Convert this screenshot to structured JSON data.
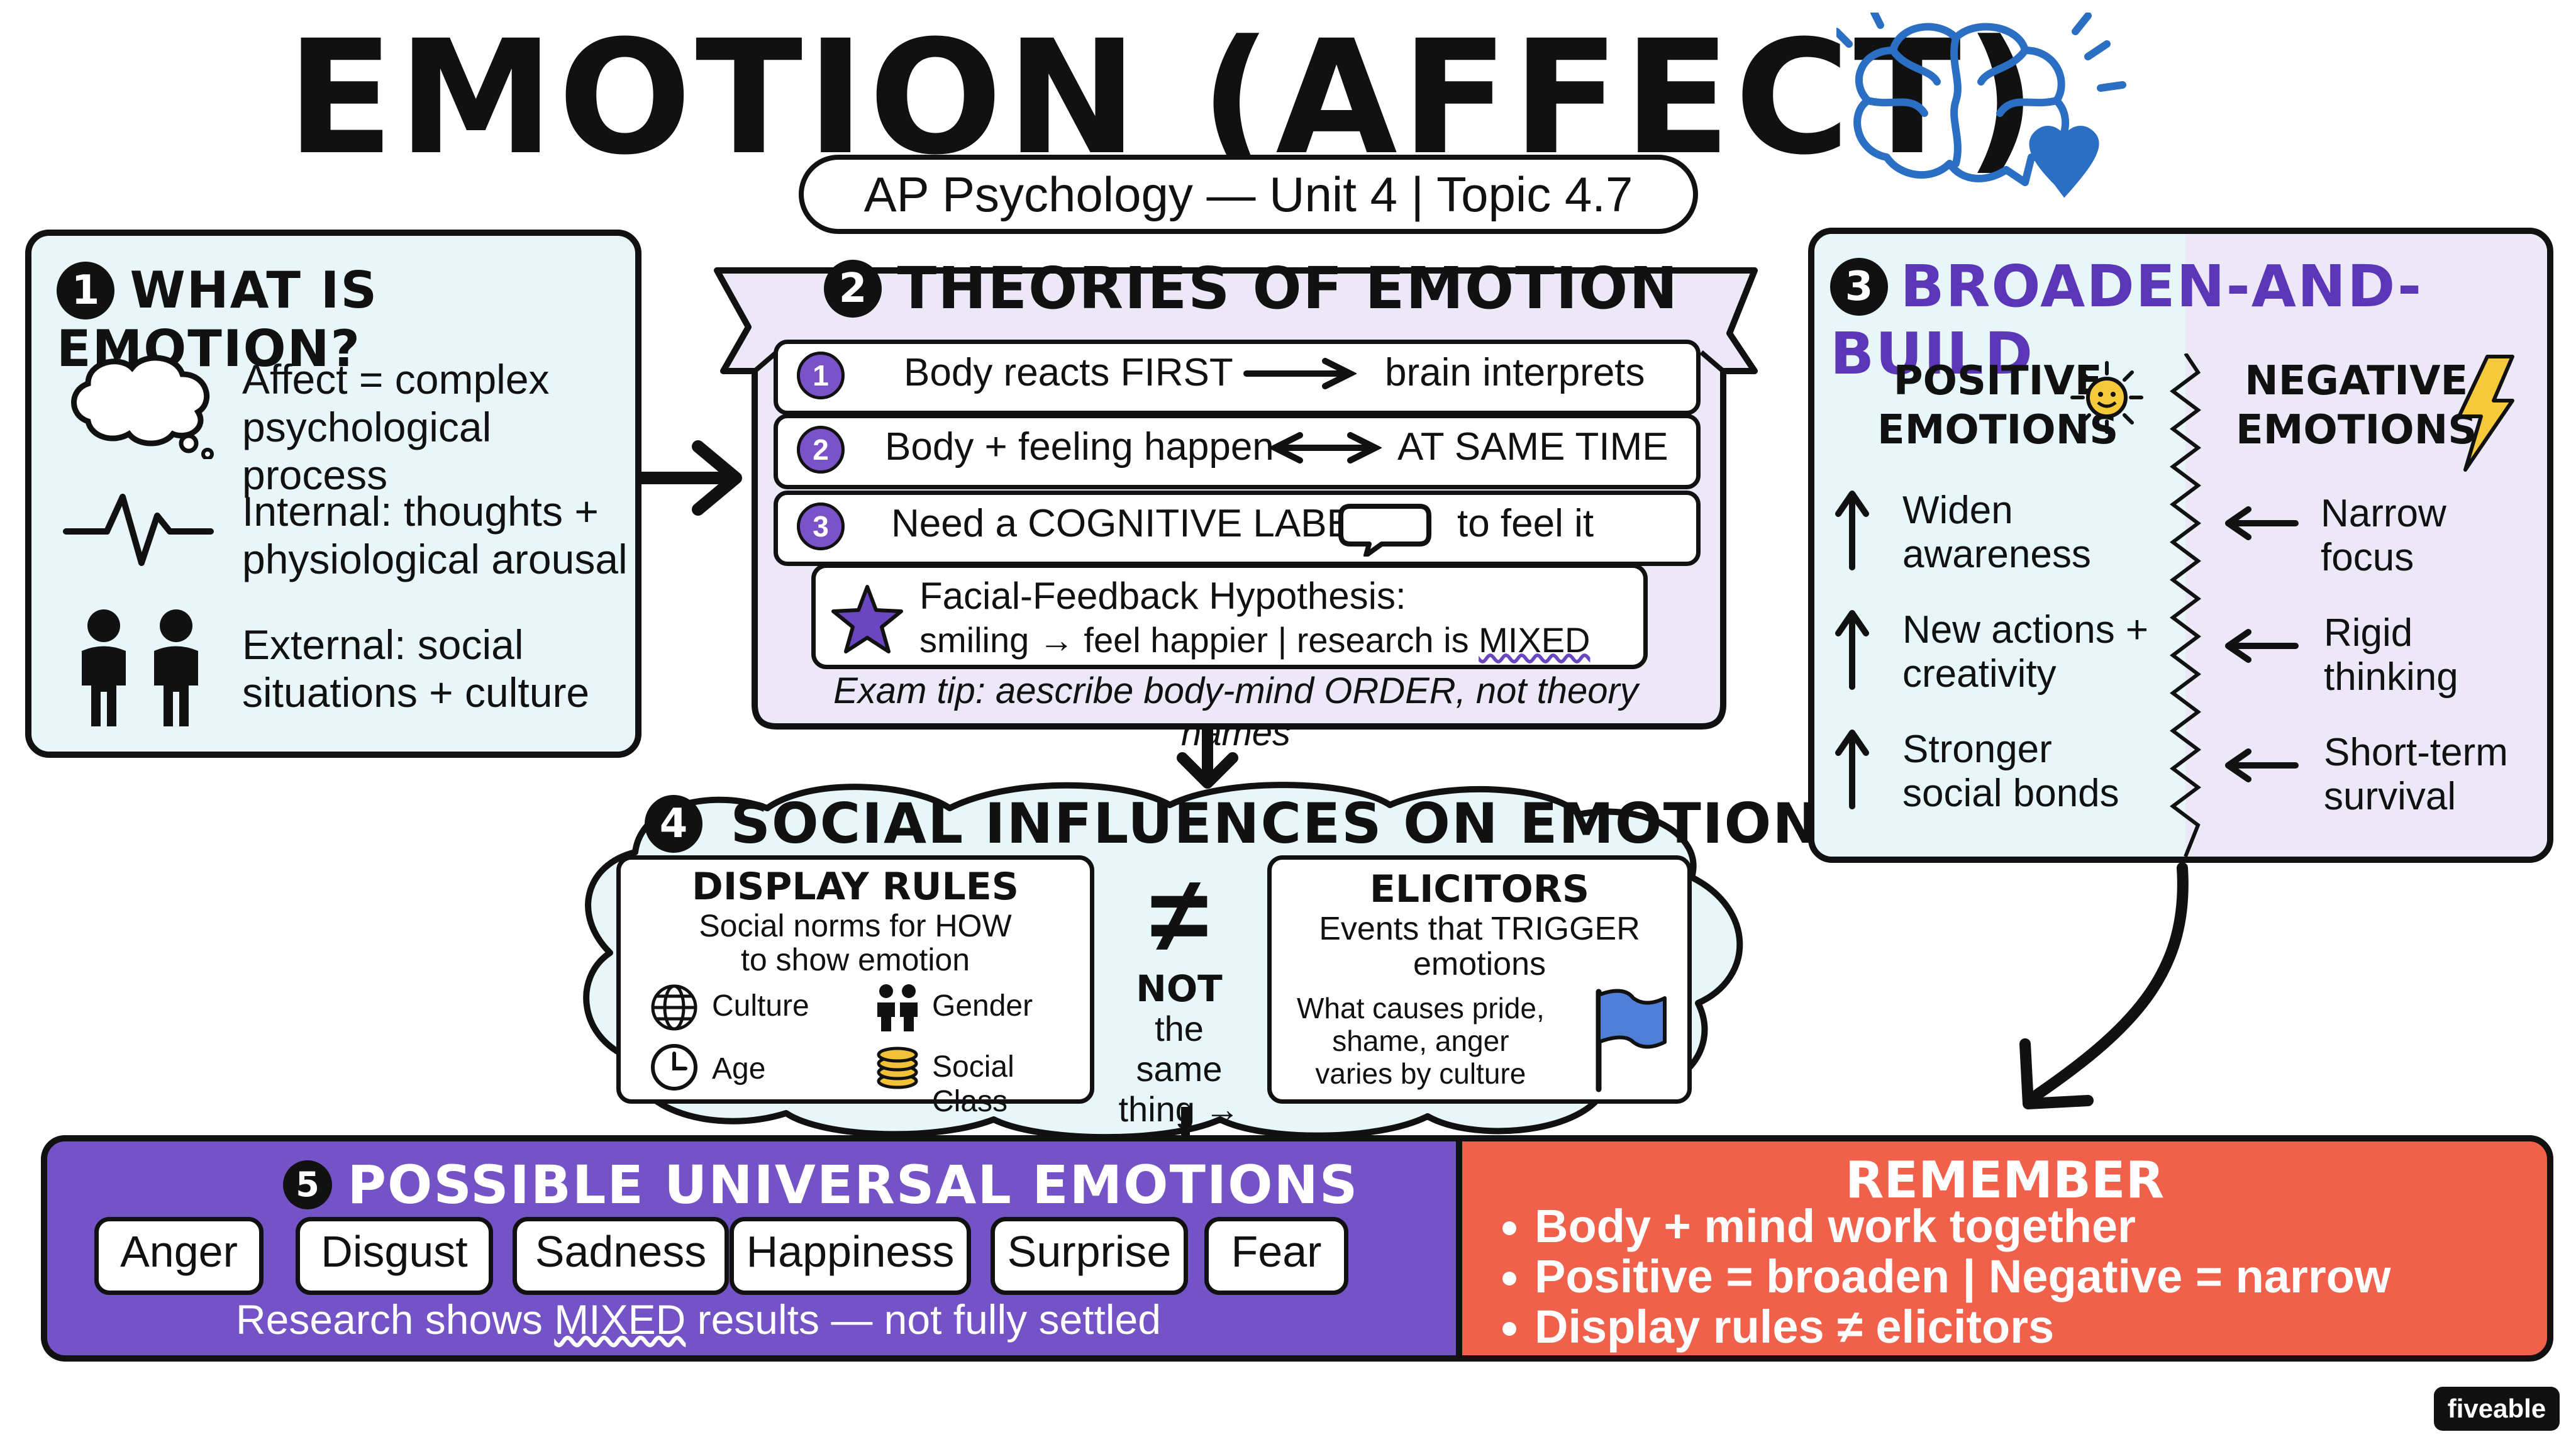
{
  "title": "EMOTION (AFFECT)",
  "subtitle": "AP Psychology — Unit 4 | Topic 4.7",
  "section1": {
    "number": "1",
    "title": "WHAT IS EMOTION?",
    "items": [
      {
        "icon": "thought-bubble-icon",
        "text_line1": "Affect = complex",
        "text_line2": "psychological process"
      },
      {
        "icon": "heartbeat-icon",
        "text_line1": "Internal: thoughts +",
        "text_line2": "physiological arousal"
      },
      {
        "icon": "people-icon",
        "text_line1": "External: social",
        "text_line2": "situations + culture"
      }
    ]
  },
  "section2": {
    "number": "2",
    "title": "THEORIES OF EMOTION",
    "theories": [
      {
        "num": "1",
        "left": "Body reacts FIRST",
        "right": "brain interprets"
      },
      {
        "num": "2",
        "left": "Body + feeling happen",
        "right": "AT SAME TIME"
      },
      {
        "num": "3",
        "left": "Need a COGNITIVE LABEL",
        "right": "to feel it"
      }
    ],
    "ffh_title": "Facial-Feedback Hypothesis:",
    "ffh_line": "smiling → feel happier | research is",
    "ffh_mixed": "MIXED",
    "exam_tip": "Exam tip: aescribe body-mind ORDER, not theory names"
  },
  "section3": {
    "number": "3",
    "title": "BROADEN-AND-BUILD",
    "positive_heading_1": "POSITIVE",
    "positive_heading_2": "EMOTIONS",
    "negative_heading_1": "NEGATIVE",
    "negative_heading_2": "EMOTIONS",
    "positive_items": [
      {
        "l1": "Widen",
        "l2": "awareness"
      },
      {
        "l1": "New actions +",
        "l2": "creativity"
      },
      {
        "l1": "Stronger",
        "l2": "social bonds"
      }
    ],
    "negative_items": [
      {
        "l1": "Narrow",
        "l2": "focus"
      },
      {
        "l1": "Rigid",
        "l2": "thinking"
      },
      {
        "l1": "Short-term",
        "l2": "survival"
      }
    ],
    "colors": {
      "positive_bg": "#e6f6f9",
      "negative_bg": "#ece8f8",
      "title": "#5b36b8"
    }
  },
  "section4": {
    "number": "4",
    "title": "SOCIAL INFLUENCES ON EMOTION",
    "display_rules": {
      "title": "DISPLAY RULES",
      "desc_line1": "Social norms for HOW",
      "desc_line2": "to show emotion",
      "factors": [
        "Culture",
        "Gender",
        "Age",
        "Social Class"
      ]
    },
    "not_same_symbol": "≠",
    "not_same_1": "NOT",
    "not_same_2": "the same",
    "not_same_3": "thing →",
    "elicitors": {
      "title": "ELICITORS",
      "desc_line1": "Events that TRIGGER",
      "desc_line2": "emotions",
      "ex1": "What causes pride,",
      "ex2": "shame, anger",
      "ex3": "varies by culture"
    }
  },
  "section5": {
    "number": "5",
    "title": "POSSIBLE UNIVERSAL EMOTIONS",
    "emotions": [
      "Anger",
      "Disgust",
      "Sadness",
      "Happiness",
      "Surprise",
      "Fear"
    ],
    "footnote_pre": "Research shows",
    "footnote_mixed": "MIXED",
    "footnote_post": "results — not fully settled",
    "color": "#7453c6"
  },
  "remember": {
    "title": "REMEMBER",
    "points": [
      "Body + mind work together",
      "Positive = broaden | Negative = narrow",
      "Display rules ≠ elicitors"
    ],
    "color": "#f0604a"
  },
  "brand": "fiveable"
}
